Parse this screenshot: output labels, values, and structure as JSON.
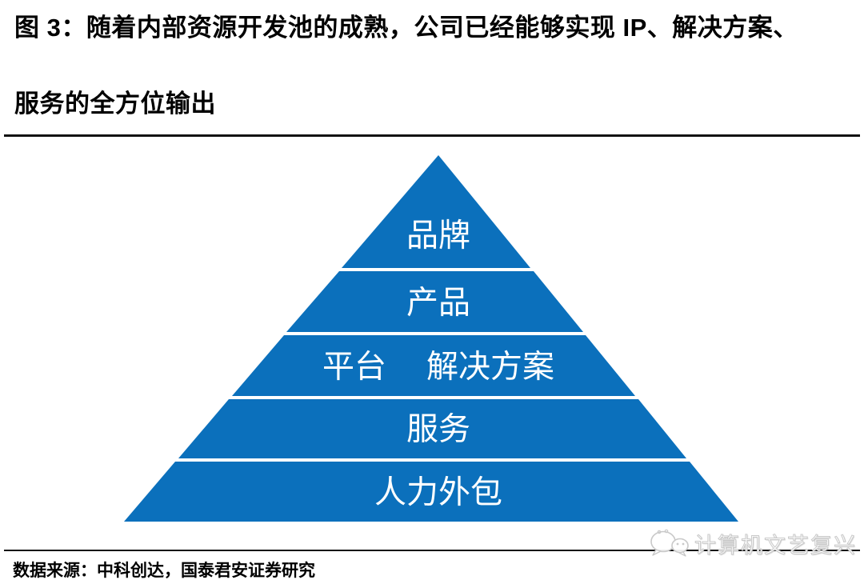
{
  "figure": {
    "title_line1": "图 3：随着内部资源开发池的成熟，公司已经能够实现 IP、解决方案、",
    "title_line2": "服务的全方位输出",
    "source": "数据来源：中科创达，国泰君安证券研究"
  },
  "pyramid": {
    "type": "pyramid-diagram",
    "fill_color": "#0b70bc",
    "text_color": "#ffffff",
    "levels": [
      {
        "rank": 1,
        "label": "品牌"
      },
      {
        "rank": 2,
        "label": "产品"
      },
      {
        "rank": 3,
        "label": "平台　 解决方案"
      },
      {
        "rank": 4,
        "label": "服务"
      },
      {
        "rank": 5,
        "label": "人力外包"
      }
    ]
  },
  "watermark": {
    "text": "计算机文艺复兴",
    "icon": "wechat-icon",
    "color": "#c9c9c9"
  },
  "colors": {
    "pyramid_blue": "#0b70bc",
    "rule_black": "#111111",
    "watermark_gray": "#c9c9c9"
  }
}
